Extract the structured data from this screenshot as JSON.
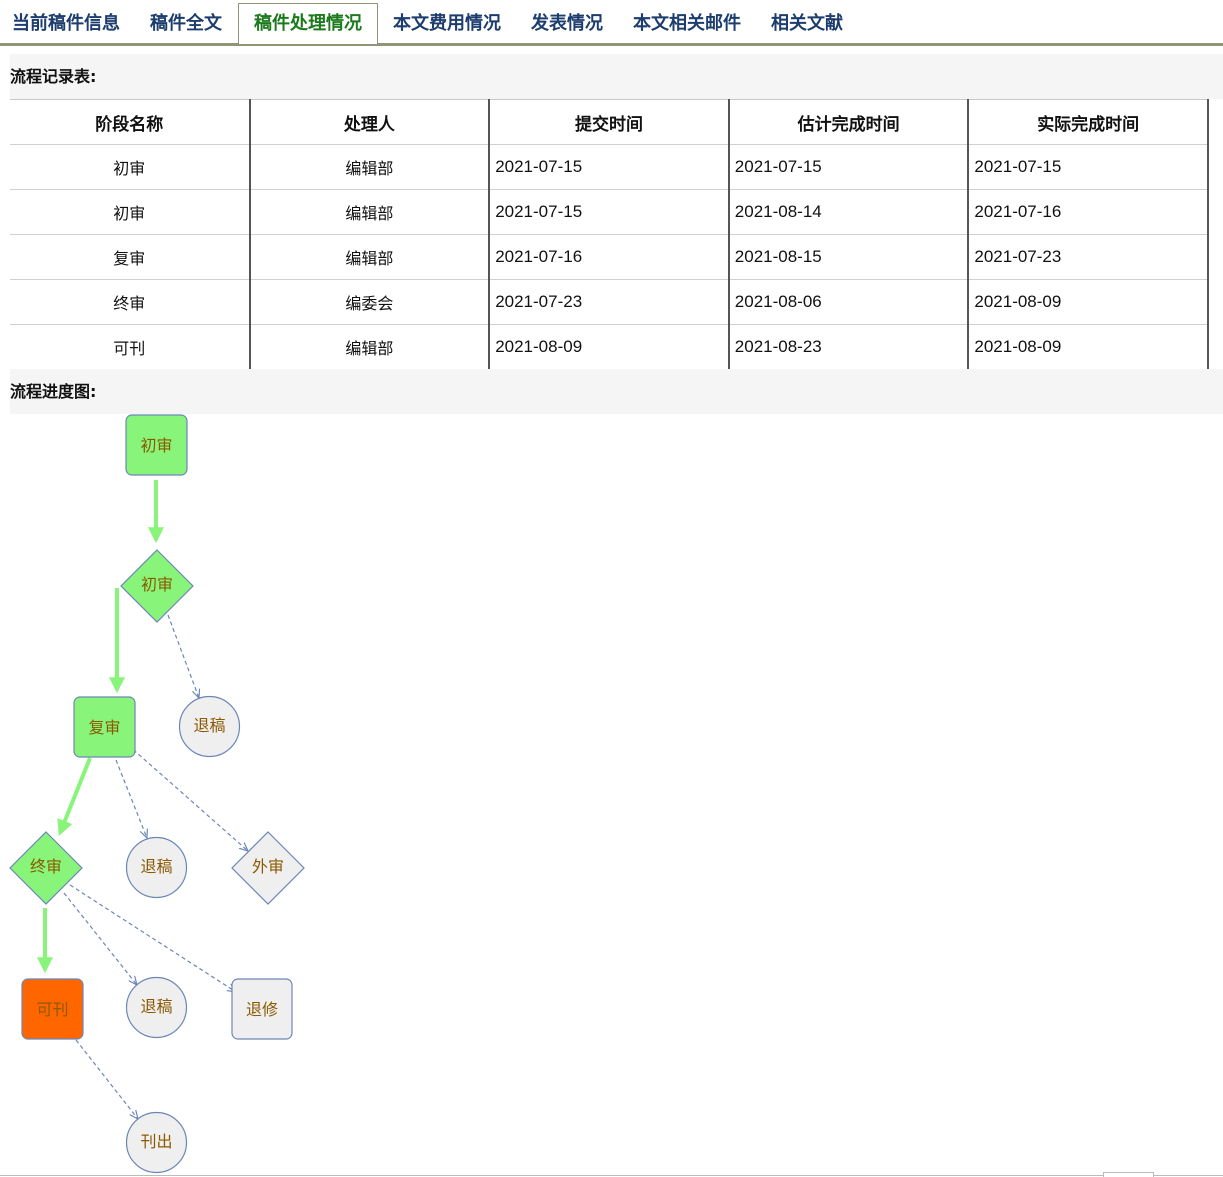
{
  "tabs": [
    {
      "label": "当前稿件信息",
      "active": false
    },
    {
      "label": "稿件全文",
      "active": false
    },
    {
      "label": "稿件处理情况",
      "active": true
    },
    {
      "label": "本文费用情况",
      "active": false
    },
    {
      "label": "发表情况",
      "active": false
    },
    {
      "label": "本文相关邮件",
      "active": false
    },
    {
      "label": "相关文献",
      "active": false
    }
  ],
  "records": {
    "heading": "流程记录表:",
    "columns": [
      "阶段名称",
      "处理人",
      "提交时间",
      "估计完成时间",
      "实际完成时间"
    ],
    "rows": [
      [
        "初审",
        "编辑部",
        "2021-07-15",
        "2021-07-15",
        "2021-07-15"
      ],
      [
        "初审",
        "编辑部",
        "2021-07-15",
        "2021-08-14",
        "2021-07-16"
      ],
      [
        "复审",
        "编辑部",
        "2021-07-16",
        "2021-08-15",
        "2021-07-23"
      ],
      [
        "终审",
        "编委会",
        "2021-07-23",
        "2021-08-06",
        "2021-08-09"
      ],
      [
        "可刊",
        "编辑部",
        "2021-08-09",
        "2021-08-23",
        "2021-08-09"
      ]
    ]
  },
  "flow": {
    "heading": "流程进度图:",
    "colors": {
      "done": "#88f57a",
      "current": "#ff6600",
      "pending": "#efefef",
      "border": "#6b86b8",
      "path": "#88f57a",
      "text": "#8b5a00"
    },
    "nodes": {
      "first_review": "初审",
      "first_review_decision": "初审",
      "reject_1": "退稿",
      "second_review": "复审",
      "reject_2": "退稿",
      "external_review": "外审",
      "final_review": "终审",
      "reject_3": "退稿",
      "revise": "退修",
      "accepted": "可刊",
      "published": "刊出"
    }
  }
}
